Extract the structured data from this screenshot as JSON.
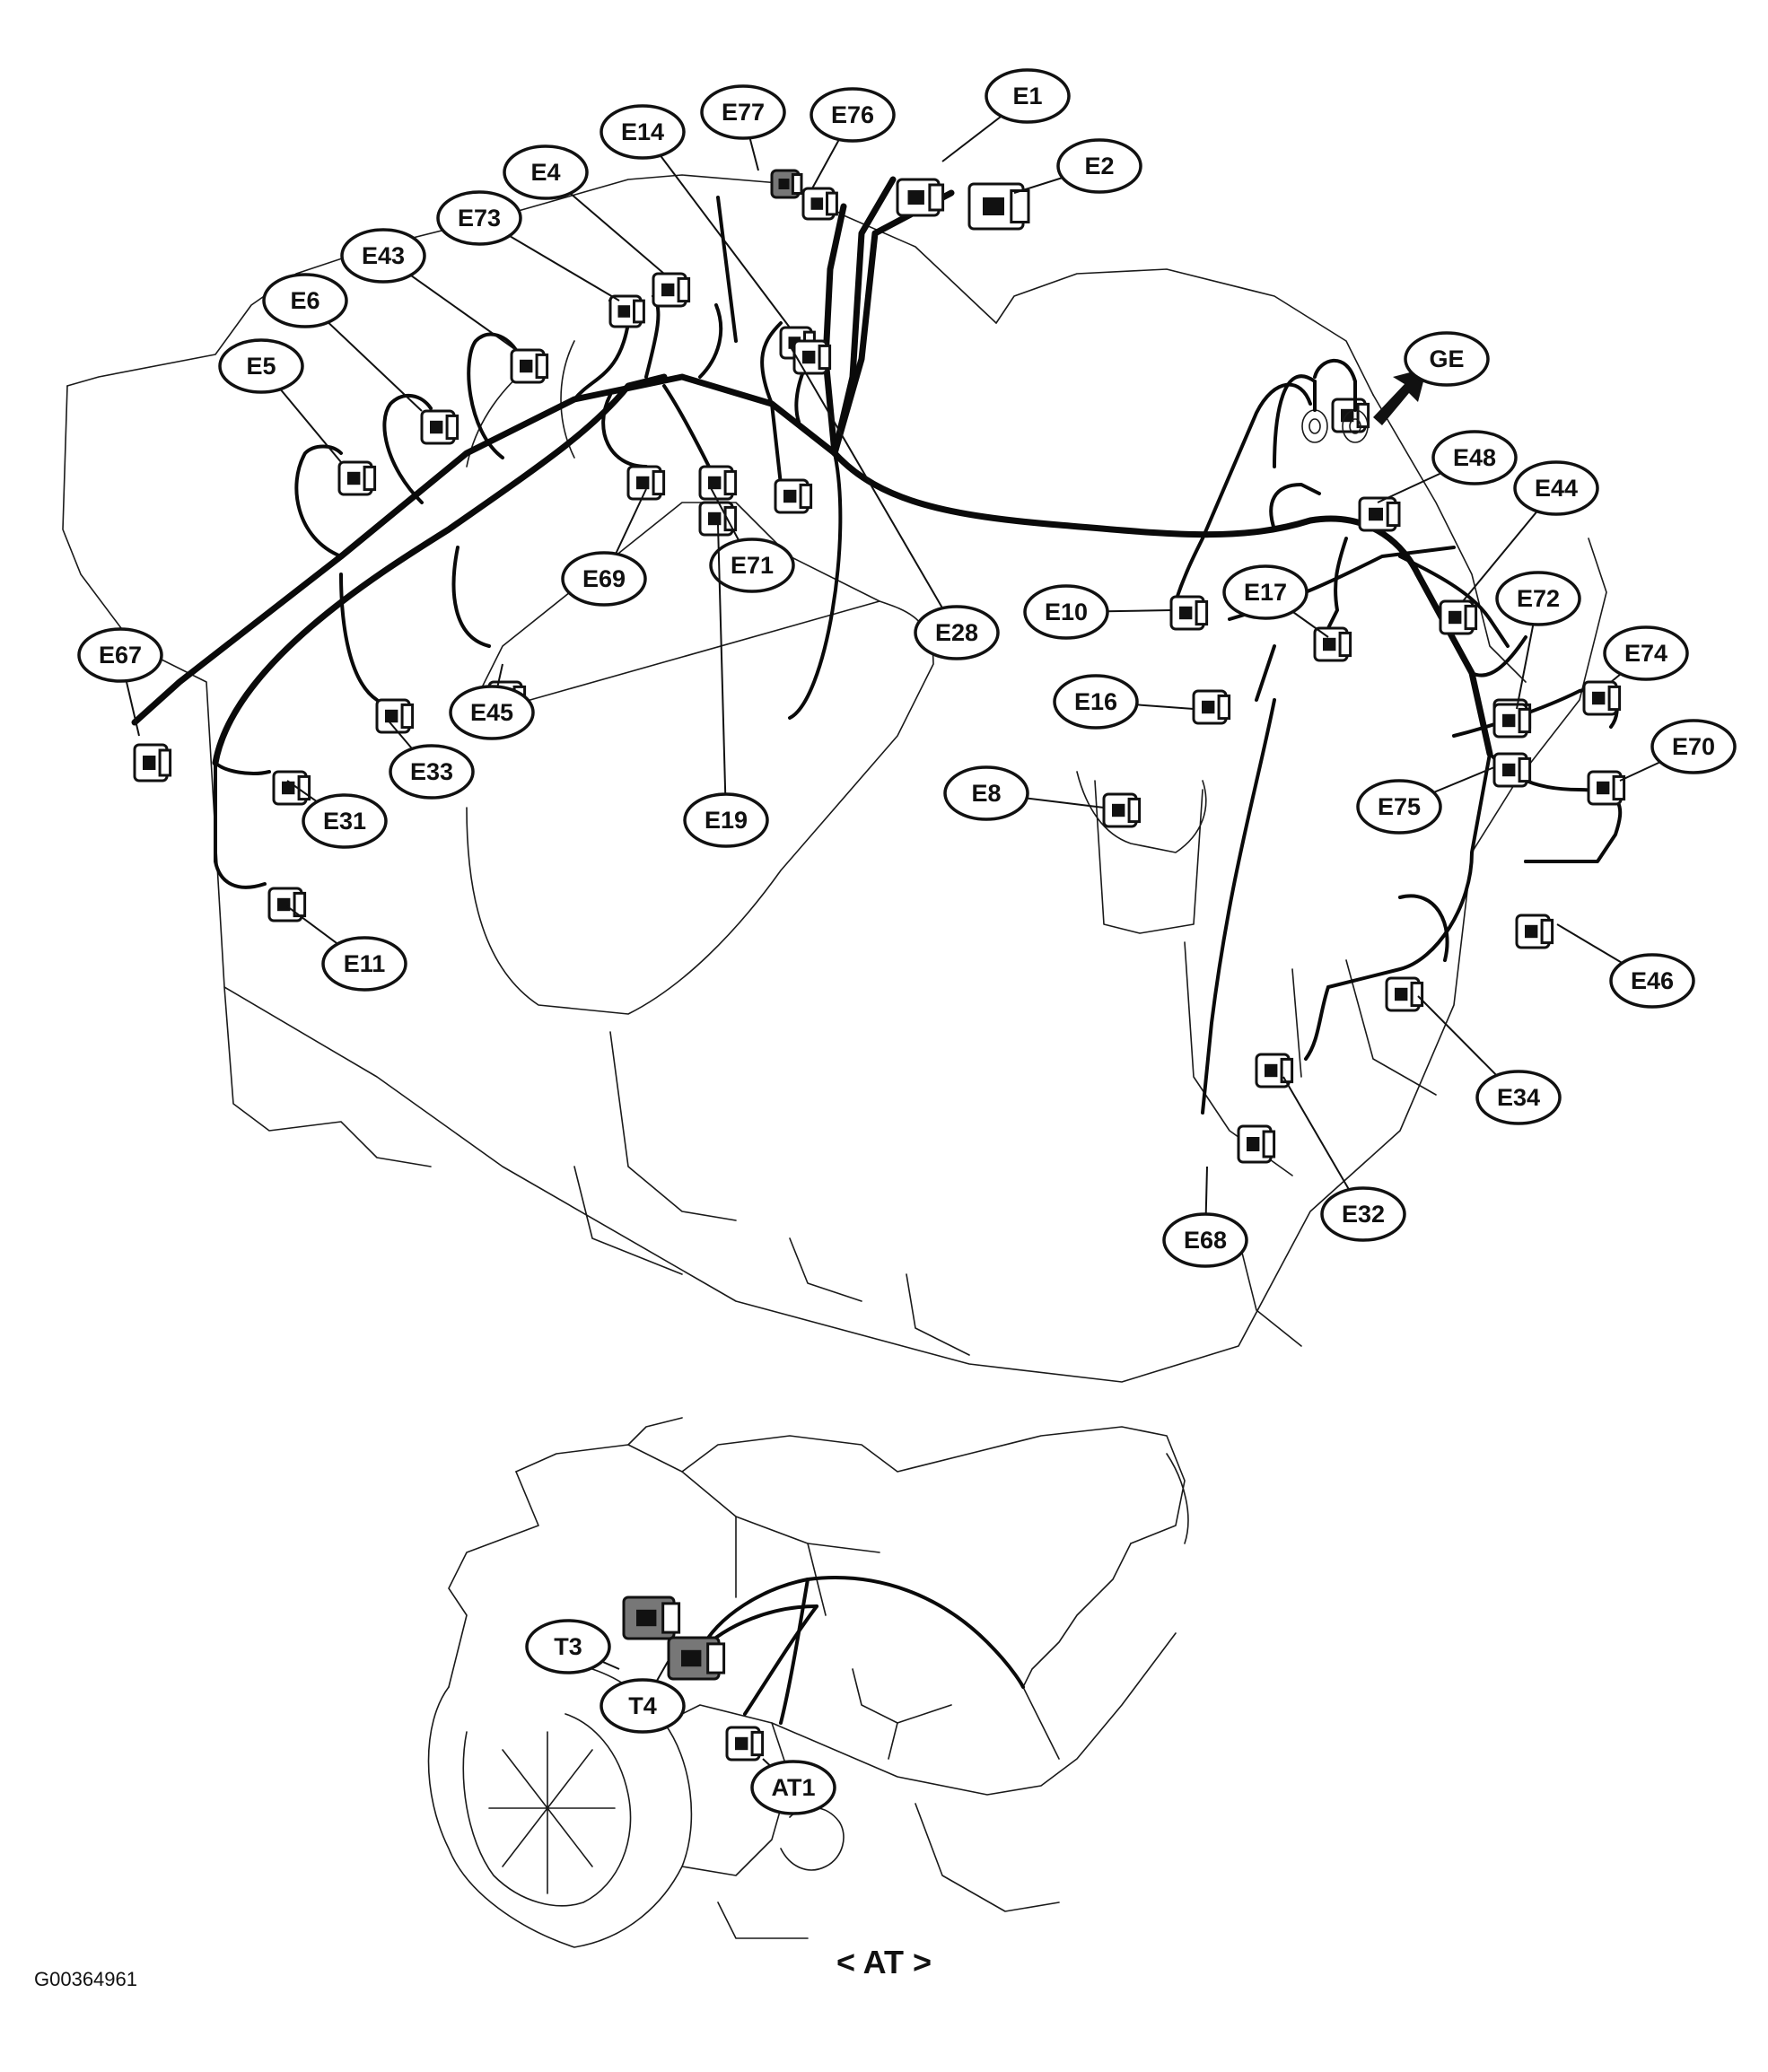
{
  "diagram": {
    "figure_id": "G00364961",
    "caption": "< AT >",
    "ground_marker": "GE",
    "engine_connectors": [
      "E1",
      "E2",
      "E4",
      "E5",
      "E6",
      "E8",
      "E10",
      "E11",
      "E14",
      "E16",
      "E17",
      "E19",
      "E28",
      "E31",
      "E32",
      "E33",
      "E34",
      "E43",
      "E44",
      "E45",
      "E46",
      "E48",
      "E67",
      "E68",
      "E69",
      "E70",
      "E71",
      "E72",
      "E73",
      "E74",
      "E75",
      "E76",
      "E77"
    ],
    "transmission_connectors": [
      "T3",
      "T4",
      "AT1"
    ],
    "colors": {
      "line": "#111111",
      "background": "#ffffff",
      "shaded_connector": "#777777"
    }
  }
}
